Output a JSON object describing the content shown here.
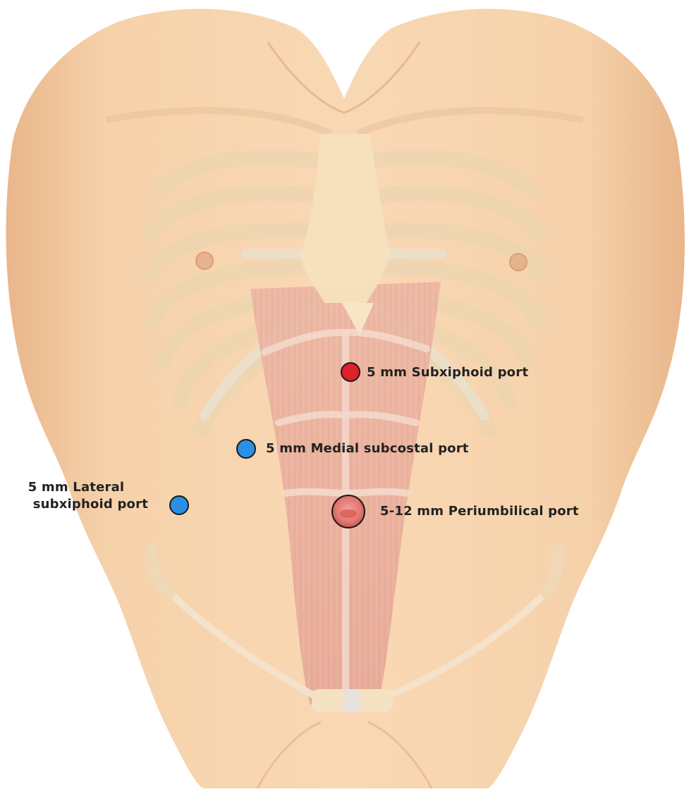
{
  "colors": {
    "skin": "#f5cfa6",
    "skin_shadow": "#e9b88b",
    "rib": "#f1d8b4",
    "cartilage": "#ece3cc",
    "muscle": "#e8a99a",
    "port_red": "#e0202a",
    "port_blue": "#2a8fe6",
    "port_umbilical": "#e07a72"
  },
  "ports": {
    "subxiphoid": {
      "label": "5 mm Subxiphoid port",
      "color": "#e0202a",
      "size_mm": "5"
    },
    "medial_subcostal": {
      "label": "5 mm Medial subcostal port",
      "color": "#2a8fe6",
      "size_mm": "5"
    },
    "lateral_subxiphoid": {
      "label_line1": "5 mm Lateral",
      "label_line2": "subxiphoid port",
      "color": "#2a8fe6",
      "size_mm": "5"
    },
    "periumbilical": {
      "label": "5-12 mm Periumbilical port",
      "color": "#e07a72",
      "size_mm": "5-12"
    }
  }
}
